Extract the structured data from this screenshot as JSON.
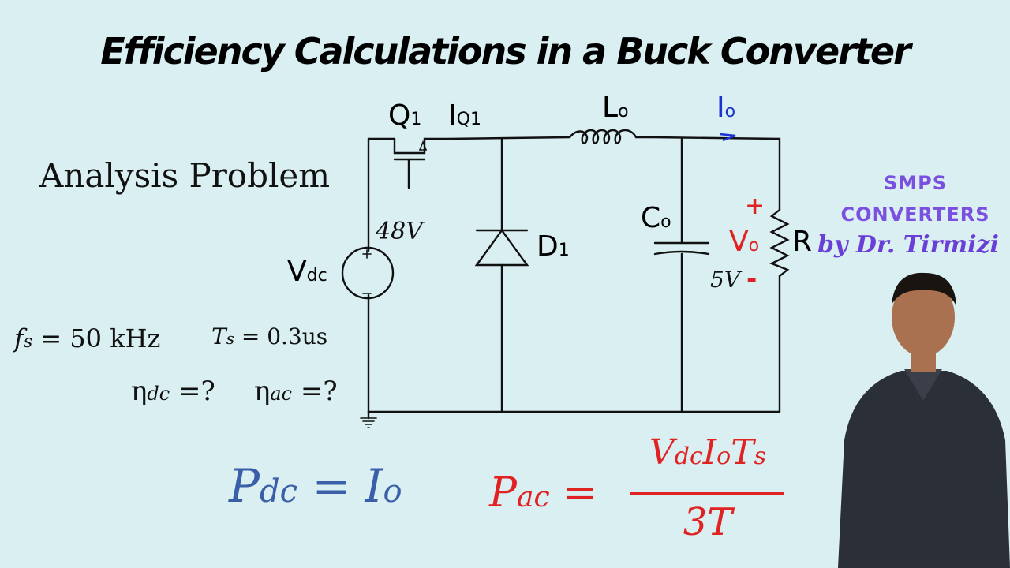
{
  "title": "Efficiency Calculations in a Buck Converter",
  "subtitle": "Analysis Problem",
  "branding": {
    "line1": "SMPS",
    "line2": "CONVERTERS",
    "author": "by Dr. Tirmizi"
  },
  "circuit": {
    "q1": {
      "base": "Q",
      "sub": "1"
    },
    "iq1": {
      "base": "I",
      "sub": "Q1"
    },
    "lo": {
      "base": "L",
      "sub": "o"
    },
    "io": {
      "base": "I",
      "sub": "o"
    },
    "vin_value": "48V",
    "vdc": {
      "base": "V",
      "sub": "dc"
    },
    "d1": {
      "base": "D",
      "sub": "1"
    },
    "co": {
      "base": "C",
      "sub": "o"
    },
    "plus": "+",
    "minus": "-",
    "vo": {
      "base": "V",
      "sub": "o"
    },
    "r": "R",
    "vout_value": "5V"
  },
  "given": {
    "fs": {
      "base": "f",
      "sub": "s",
      "rhs": " = 50 kHz"
    },
    "ts": {
      "base": "T",
      "sub": "s",
      "rhs": " = 0.3us"
    },
    "eta_dc": {
      "base": "η",
      "sub": "dc",
      "rhs": " =?"
    },
    "eta_ac": {
      "base": "η",
      "sub": "ac",
      "rhs": " =?"
    }
  },
  "formulas": {
    "pdc": {
      "base": "P",
      "sub": "dc",
      "eq": " =  ",
      "rhs_base": "I",
      "rhs_sub": "o"
    },
    "pac": {
      "base": "P",
      "sub": "ac",
      "eq": " ="
    },
    "numerator": {
      "v": "V",
      "v_sub": "dc",
      "i": "I",
      "i_sub": "o",
      "t": "T",
      "t_sub": "s"
    },
    "denominator": "3T"
  },
  "colors": {
    "background": "#d9eff1",
    "blue_ink": "#3a5fa8",
    "red_ink": "#e02222",
    "purple": "#7b4fe0"
  }
}
